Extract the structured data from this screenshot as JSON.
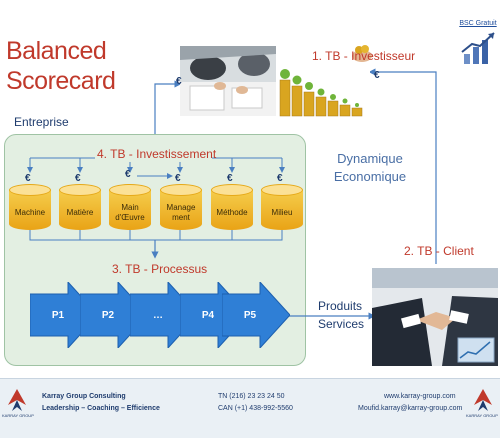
{
  "title": {
    "line1": "Balanced",
    "line2": "Scorecard"
  },
  "enterprise_label": "Entreprise",
  "bsc_link": "BSC Gratuit",
  "tb1_label": "1. TB - Investisseur",
  "tb2_label": "2. TB - Client",
  "tb3_label": "3. TB - Processus",
  "tb4_label": "4. TB - Investissement",
  "dynamique": {
    "line1": "Dynamique",
    "line2": "Economique"
  },
  "products": {
    "line1": "Produits",
    "line2": "Services"
  },
  "currency_symbol": "€",
  "resources": [
    {
      "label": "Machine"
    },
    {
      "label": "Matière"
    },
    {
      "label": "Main d'Œuvre"
    },
    {
      "label": "Manage ment"
    },
    {
      "label": "Méthode"
    },
    {
      "label": "Milieu"
    }
  ],
  "processes": [
    {
      "label": "P1"
    },
    {
      "label": "P2"
    },
    {
      "label": "…"
    },
    {
      "label": "P4"
    },
    {
      "label": "P5"
    }
  ],
  "footer": {
    "company": "Karray Group Consulting",
    "tagline": "Leadership – Coaching – Efficience",
    "phone_tn": "TN (216) 23 23 24 50",
    "phone_can": "CAN (+1) 438-992-5560",
    "website": "www.karray-group.com",
    "email": "Moufid.karray@karray-group.com",
    "logo_text": "KARRAY GROUP"
  },
  "colors": {
    "red_accent": "#c0392b",
    "panel_fill": "#e3efe2",
    "cylinder": "#f2b82e",
    "process_blue": "#2f7fd6",
    "connector_blue": "#4a7fc1"
  }
}
